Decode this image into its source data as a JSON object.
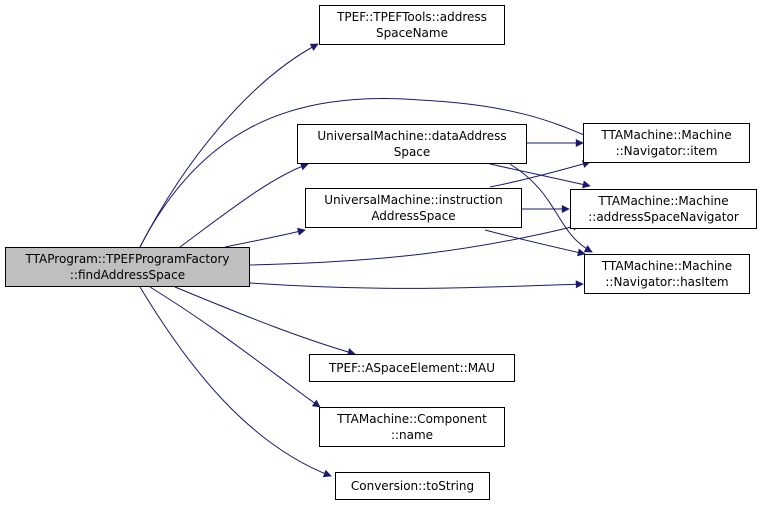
{
  "colors": {
    "edge": "#191970",
    "node_border": "#000000",
    "root_fill": "#bfbfbf",
    "node_fill": "#ffffff"
  },
  "nodes": {
    "root": {
      "line1": "TTAProgram::TPEFProgramFactory",
      "line2": "::findAddressSpace"
    },
    "tpef_tools": {
      "line1": "TPEF::TPEFTools::address",
      "line2": "SpaceName"
    },
    "data_address_space": {
      "line1": "UniversalMachine::dataAddress",
      "line2": "Space"
    },
    "instruction_address_space": {
      "line1": "UniversalMachine::instruction",
      "line2": "AddressSpace"
    },
    "navigator_item": {
      "line1": "TTAMachine::Machine",
      "line2": "::Navigator::item"
    },
    "address_space_navigator": {
      "line1": "TTAMachine::Machine",
      "line2": "::addressSpaceNavigator"
    },
    "navigator_has_item": {
      "line1": "TTAMachine::Machine",
      "line2": "::Navigator::hasItem"
    },
    "aspace_mau": {
      "line1": "TPEF::ASpaceElement::MAU"
    },
    "component_name": {
      "line1": "TTAMachine::Component",
      "line2": "::name"
    },
    "conversion_to_string": {
      "line1": "Conversion::toString"
    }
  }
}
